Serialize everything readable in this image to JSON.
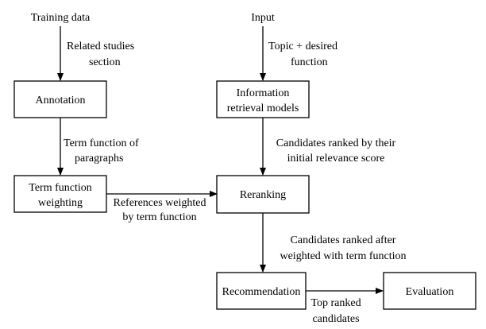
{
  "top_labels": {
    "training_data": "Training data",
    "input": "Input"
  },
  "boxes": {
    "annotation": [
      "Annotation"
    ],
    "term_function_weighting": [
      "Term function",
      "weighting"
    ],
    "information_retrieval_models": [
      "Information",
      "retrieval models"
    ],
    "reranking": [
      "Reranking"
    ],
    "recommendation": [
      "Recommendation"
    ],
    "evaluation": [
      "Evaluation"
    ]
  },
  "edge_labels": {
    "related_studies": [
      "Related studies",
      "section"
    ],
    "term_function_of_paragraphs": [
      "Term function of",
      "paragraphs"
    ],
    "topic_desired_function": [
      "Topic + desired",
      "function"
    ],
    "candidates_initial": [
      "Candidates ranked by their",
      "initial relevance score"
    ],
    "references_weighted": [
      "References weighted",
      "by term function"
    ],
    "candidates_after": [
      "Candidates ranked after",
      "weighted with term function"
    ],
    "top_ranked": [
      "Top ranked",
      "candidates"
    ]
  }
}
